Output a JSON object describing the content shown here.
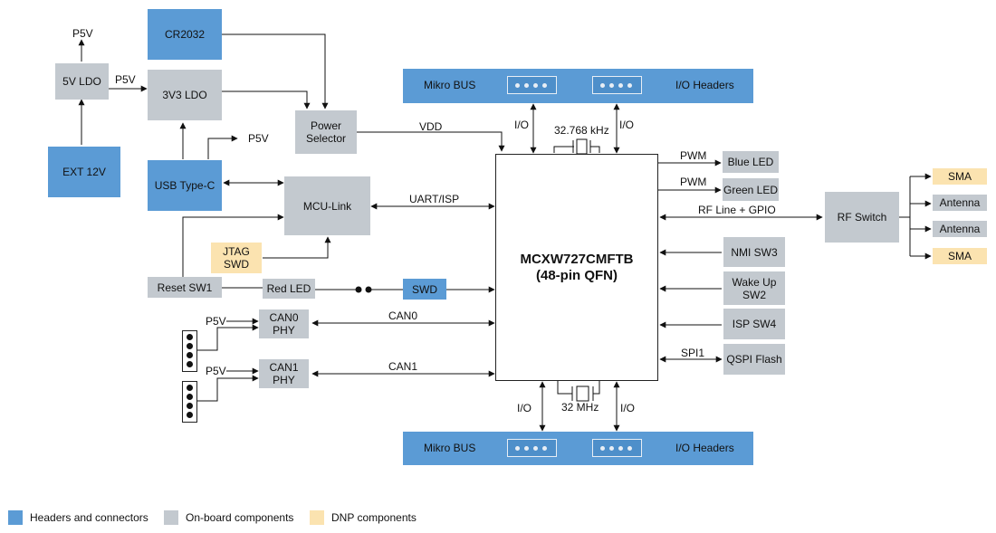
{
  "blocks": {
    "cr2032": "CR2032",
    "ldo5v": "5V LDO",
    "ldo3v3": "3V3 LDO",
    "ext12v": "EXT 12V",
    "usbc": "USB Type-C",
    "power_selector": "Power\nSelector",
    "mcu_link": "MCU-Link",
    "jtag_swd": "JTAG\nSWD",
    "reset_sw1": "Reset SW1",
    "red_led": "Red LED",
    "swd": "SWD",
    "can0_phy": "CAN0\nPHY",
    "can1_phy": "CAN1\nPHY",
    "mcu_line1": "MCXW727CMFTB",
    "mcu_line2": "(48-pin QFN)",
    "blue_led": "Blue LED",
    "green_led": "Green LED",
    "nmi_sw3": "NMI SW3",
    "wakeup_sw2": "Wake Up\nSW2",
    "isp_sw4": "ISP SW4",
    "qspi_flash": "QSPI Flash",
    "rf_switch": "RF Switch",
    "sma_top": "SMA",
    "antenna_1": "Antenna",
    "antenna_2": "Antenna",
    "sma_bottom": "SMA",
    "top_bar_left": "Mikro BUS",
    "top_bar_right": "I/O Headers",
    "bottom_bar_left": "Mikro BUS",
    "bottom_bar_right": "I/O Headers"
  },
  "labels": {
    "p5v_ldo_out": "P5V",
    "p5v_ldo_to_3v3": "P5V",
    "p5v_usb": "P5V",
    "vdd": "VDD",
    "uart_isp": "UART/ISP",
    "can0": "CAN0",
    "can1": "CAN1",
    "p5v_can0": "P5V",
    "p5v_can1": "P5V",
    "io_top_left": "I/O",
    "io_top_right": "I/O",
    "io_bottom_left": "I/O",
    "io_bottom_right": "I/O",
    "xtal_32k": "32.768 kHz",
    "xtal_32m": "32 MHz",
    "pwm_blue": "PWM",
    "pwm_green": "PWM",
    "rf_line": "RF Line + GPIO",
    "spi1": "SPI1"
  },
  "legend": [
    {
      "label": "Headers and connectors",
      "color": "#5b9bd5"
    },
    {
      "label": "On-board components",
      "color": "#c3c9cf"
    },
    {
      "label": "DNP components",
      "color": "#fbe3b0"
    }
  ],
  "colors": {
    "connector": "#5b9bd5",
    "onboard": "#c3c9cf",
    "dnp": "#fbe3b0",
    "line": "#111111"
  }
}
